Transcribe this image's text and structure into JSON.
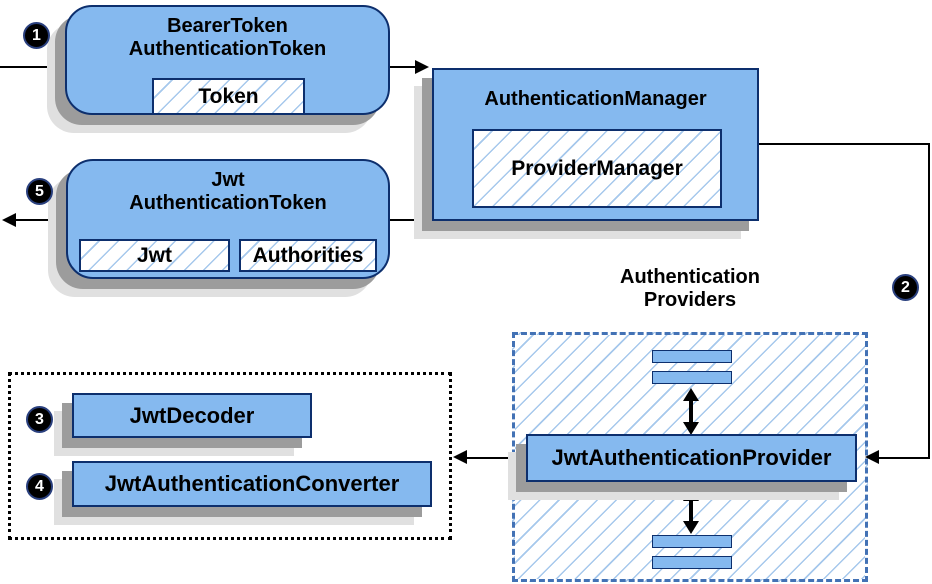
{
  "diagram": {
    "nodes": {
      "bearer_token": {
        "title_line1": "BearerToken",
        "title_line2": "AuthenticationToken",
        "chip": "Token"
      },
      "authentication_manager": {
        "title": "AuthenticationManager",
        "chip": "ProviderManager"
      },
      "jwt_token": {
        "title_line1": "Jwt",
        "title_line2": "AuthenticationToken",
        "chip_jwt": "Jwt",
        "chip_authorities": "Authorities"
      },
      "providers_group": {
        "label_line1": "Authentication",
        "label_line2": "Providers",
        "provider": "JwtAuthenticationProvider"
      },
      "decoder_group": {
        "decoder": "JwtDecoder",
        "converter": "JwtAuthenticationConverter"
      }
    },
    "steps": {
      "s1": "1",
      "s2": "2",
      "s3": "3",
      "s4": "4",
      "s5": "5"
    },
    "colors": {
      "box_fill": "#85b9ef",
      "box_border": "#0d2f6d",
      "hatch_line": "#a6c8ec",
      "dashed_region_border": "#4372b5",
      "dotted_region_border": "#000000",
      "shadow_dark": "#9c9c9c",
      "shadow_light": "#e0e0e0",
      "arrow": "#000000",
      "badge_bg": "#000000",
      "badge_text": "#ffffff",
      "background": "#ffffff"
    }
  }
}
